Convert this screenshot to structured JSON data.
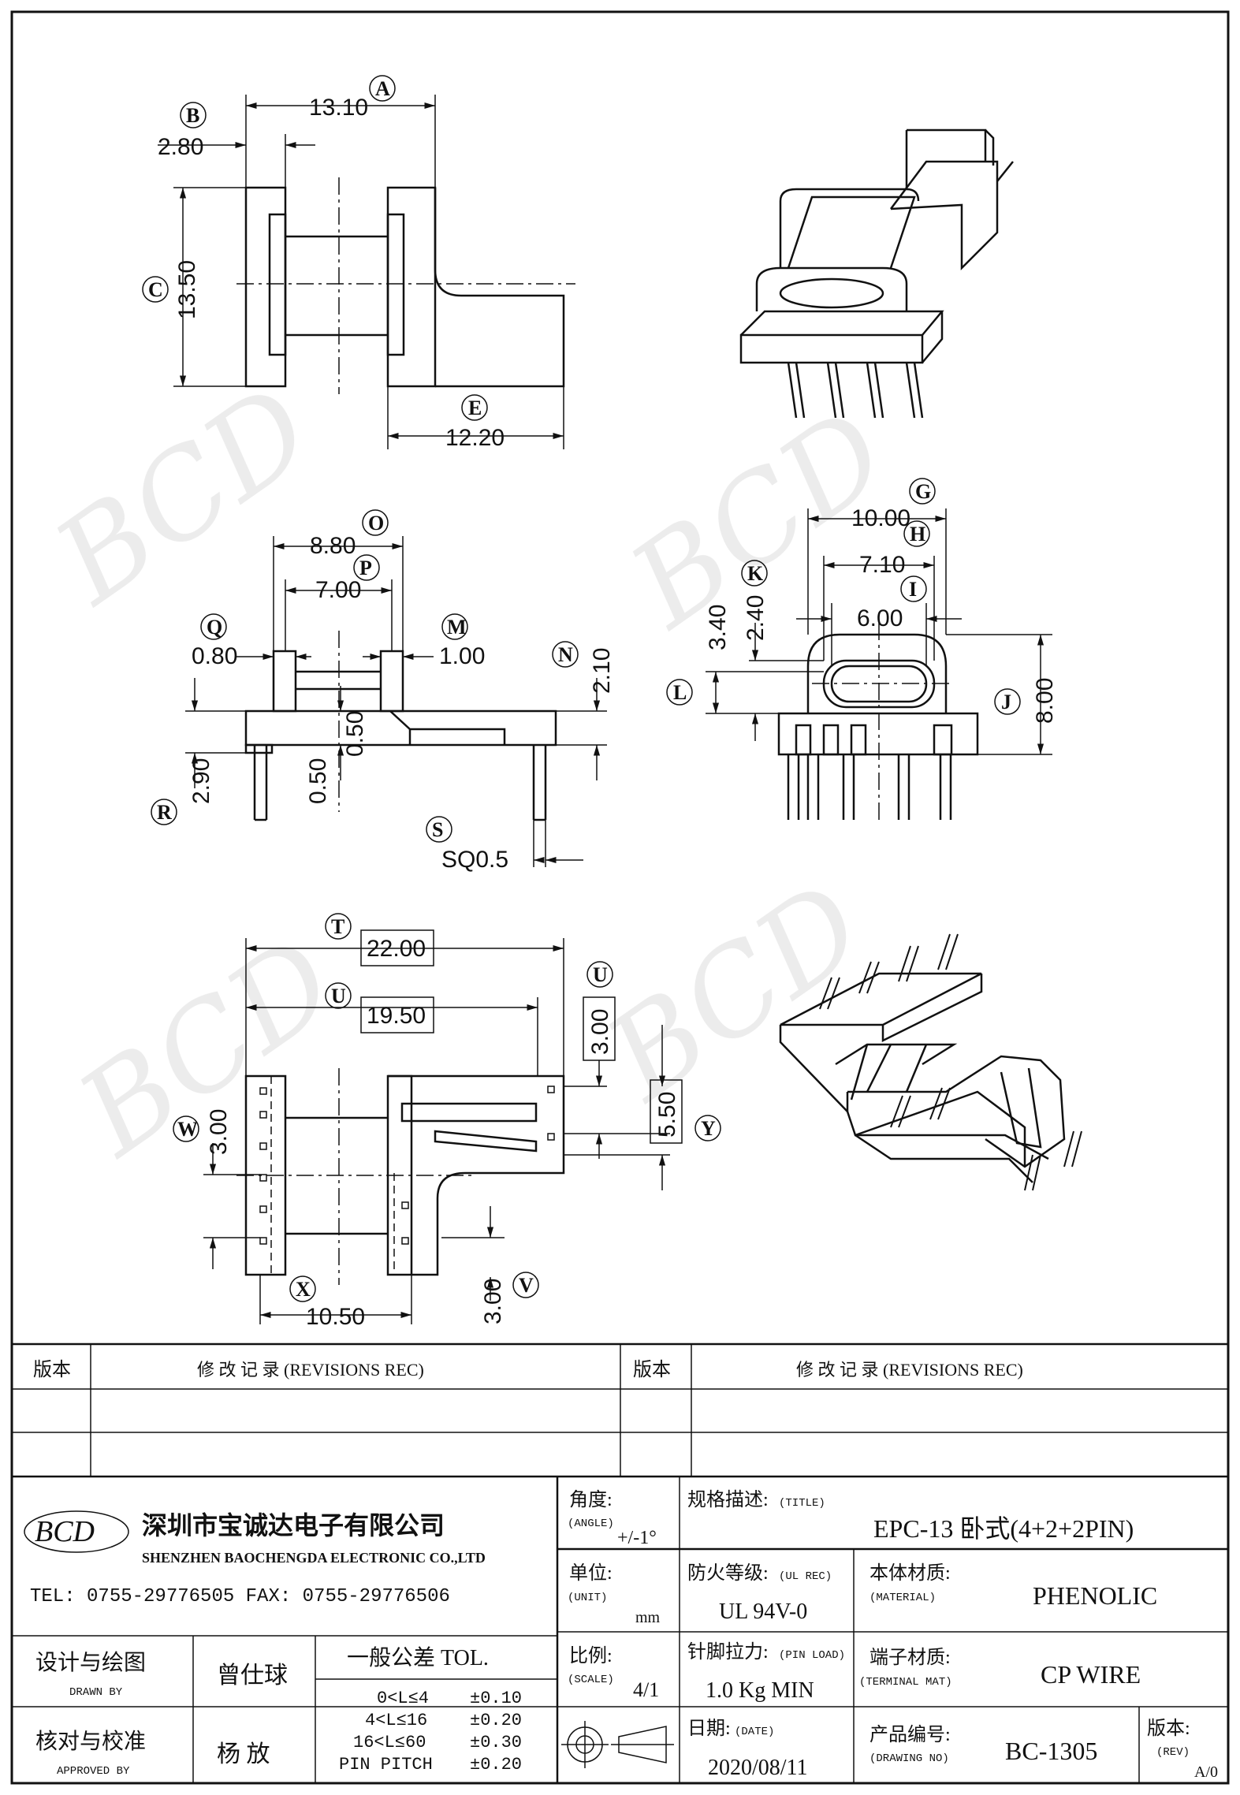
{
  "callouts": [
    "A",
    "B",
    "C",
    "E",
    "O",
    "P",
    "Q",
    "M",
    "N",
    "R",
    "S",
    "G",
    "H",
    "I",
    "K",
    "L",
    "J",
    "T",
    "U",
    "W",
    "X",
    "V",
    "Y"
  ],
  "dims": {
    "A": "13.10",
    "B": "2.80",
    "C": "13.50",
    "E": "12.20",
    "O": "8.80",
    "P": "7.00",
    "Q": "0.80",
    "M": "1.00",
    "N": "2.10",
    "R": "2.90",
    "half1": "0.50",
    "half2": "0.50",
    "S": "SQ0.5",
    "G": "10.00",
    "H": "7.10",
    "I": "6.00",
    "K": "3.40",
    "L": "2.40",
    "J": "8.00",
    "T": "22.00",
    "U_top": "19.50",
    "U_side": "3.00",
    "Y": "5.50",
    "W": "3.00",
    "X": "10.50",
    "V": "3.00"
  },
  "revisions": {
    "left_ver": "版本",
    "left_title": "修 改 记 录 (REVISIONS REC)",
    "right_ver": "版本",
    "right_title": "修 改 记 录 (REVISIONS REC)"
  },
  "company": {
    "logo": "BCD",
    "name_cn": "深圳市宝诚达电子有限公司",
    "name_en": "SHENZHEN BAOCHENGDA ELECTRONIC CO.,LTD",
    "contact": "TEL: 0755-29776505  FAX: 0755-29776506"
  },
  "title_block": {
    "angle_label": "角度:",
    "angle_en": "(ANGLE)",
    "angle_val": "+/-1°",
    "title_label": "规格描述:",
    "title_en": "(TITLE)",
    "title_val": "EPC-13 卧式(4+2+2PIN)",
    "unit_label": "单位:",
    "unit_en": "(UNIT)",
    "unit_val": "mm",
    "ul_label": "防火等级:",
    "ul_en": "(UL REC)",
    "ul_val": "UL 94V-0",
    "mat_label": "本体材质:",
    "mat_en": "(MATERIAL)",
    "mat_val": "PHENOLIC",
    "drawn_label": "设计与绘图",
    "drawn_en": "DRAWN BY",
    "drawn_val": "曾仕球",
    "tol_label": "一般公差 TOL.",
    "scale_label": "比例:",
    "scale_en": "(SCALE)",
    "scale_val": "4/1",
    "pin_label": "针脚拉力:",
    "pin_en": "(PIN LOAD)",
    "pin_val": "1.0 Kg MIN",
    "term_label": "端子材质:",
    "term_en": "(TERMINAL MAT)",
    "term_val": "CP WIRE",
    "approved_label": "核对与校准",
    "approved_en": "APPROVED BY",
    "approved_val": "杨 放",
    "tol_rows": [
      {
        "range": "0<L≤4",
        "val": "±0.10"
      },
      {
        "range": "4<L≤16",
        "val": "±0.20"
      },
      {
        "range": "16<L≤60",
        "val": "±0.30"
      },
      {
        "range": "PIN PITCH",
        "val": "±0.20"
      }
    ],
    "date_label": "日期:",
    "date_en": "(DATE)",
    "date_val": "2020/08/11",
    "dwg_label": "产品编号:",
    "dwg_en": "(DRAWING NO)",
    "dwg_val": "BC-1305",
    "rev_label": "版本:",
    "rev_en": "(REV)",
    "rev_val": "A/0"
  }
}
